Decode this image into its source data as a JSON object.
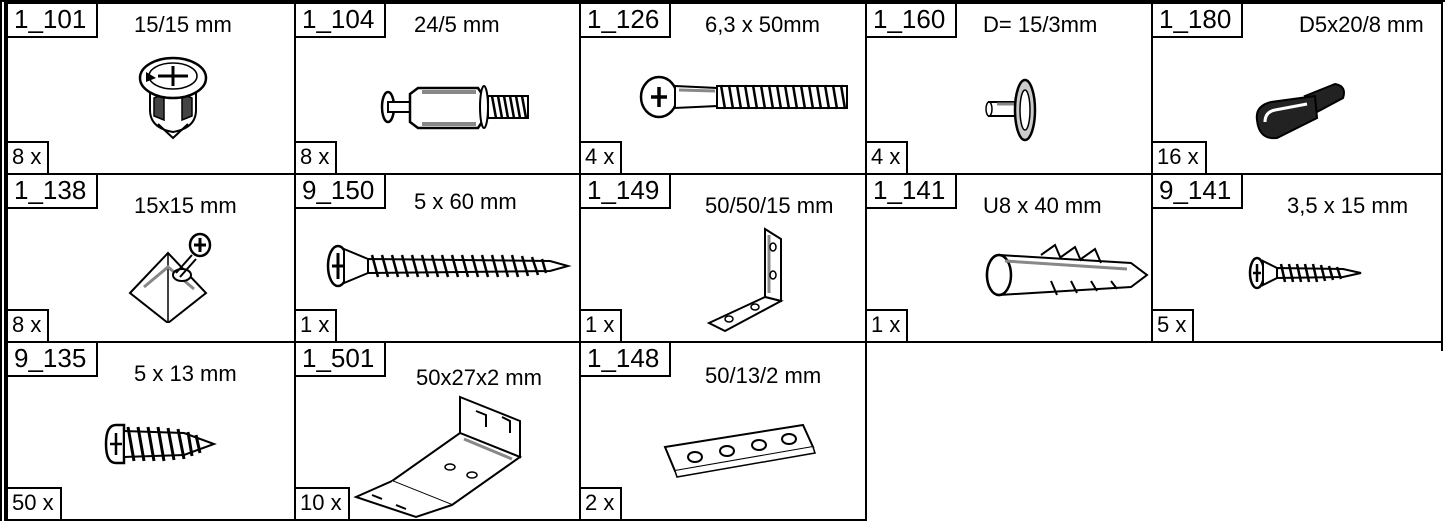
{
  "parts": [
    {
      "code": "1_101",
      "size": "15/15 mm",
      "qty": "8 x",
      "icon": "cam-lock-icon"
    },
    {
      "code": "1_104",
      "size": "24/5 mm",
      "qty": "8 x",
      "icon": "cam-bolt-icon"
    },
    {
      "code": "1_126",
      "size": "6,3 x 50mm",
      "qty": "4 x",
      "icon": "euro-screw-icon"
    },
    {
      "code": "1_160",
      "size": "D= 15/3mm",
      "qty": "4 x",
      "icon": "shelf-pin-icon"
    },
    {
      "code": "1_180",
      "size": "D5x20/8 mm",
      "qty": "16 x",
      "icon": "shelf-support-icon"
    },
    {
      "code": "1_138",
      "size": "15x15 mm",
      "qty": "8 x",
      "icon": "corner-connector-icon"
    },
    {
      "code": "9_150",
      "size": "5 x 60 mm",
      "qty": "1 x",
      "icon": "long-screw-icon"
    },
    {
      "code": "1_149",
      "size": "50/50/15 mm",
      "qty": "1 x",
      "icon": "angle-bracket-icon"
    },
    {
      "code": "1_141",
      "size": "U8 x 40 mm",
      "qty": "1 x",
      "icon": "wall-plug-icon"
    },
    {
      "code": "9_141",
      "size": "3,5 x 15  mm",
      "qty": "5 x",
      "icon": "small-screw-icon"
    },
    {
      "code": "9_135",
      "size": "5 x 13  mm",
      "qty": "50 x",
      "icon": "pan-head-screw-icon"
    },
    {
      "code": "1_501",
      "size": "50x27x2 mm",
      "qty": "10 x",
      "icon": "z-bracket-icon"
    },
    {
      "code": "1_148",
      "size": "50/13/2 mm",
      "qty": "2 x",
      "icon": "mending-plate-icon"
    }
  ]
}
